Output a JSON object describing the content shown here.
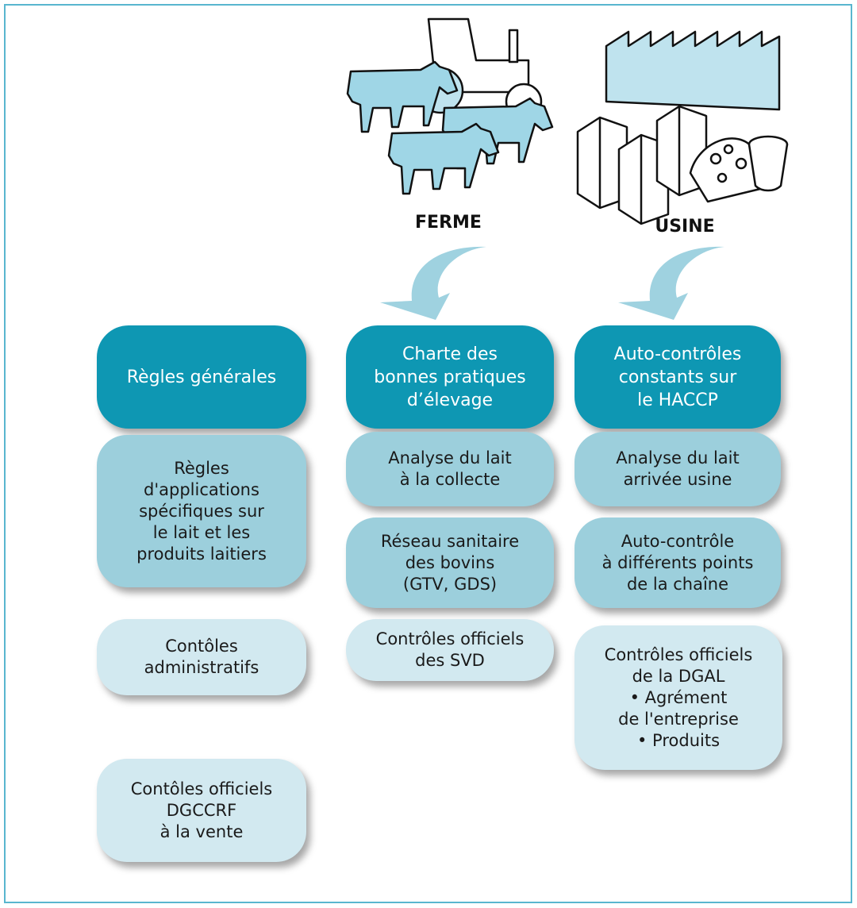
{
  "labels": {
    "farm": "FERME",
    "factory": "USINE"
  },
  "columns": {
    "general": {
      "dark": "Règles générales",
      "mid": "Règles\nd'applications\nspécifiques sur\nle lait et les\nproduits laitiers",
      "light": "Contôles\nadministratifs",
      "light2": "Contôles officiels\nDGCCRF\nà la vente"
    },
    "farm": {
      "dark": "Charte des\nbonnes pratiques\nd’élevage",
      "mid1": "Analyse du lait\nà la collecte",
      "mid2": "Réseau sanitaire\ndes bovins\n(GTV, GDS)",
      "light": "Contrôles officiels\ndes SVD"
    },
    "factory": {
      "dark": "Auto-contrôles\nconstants sur\nle HACCP",
      "mid1": "Analyse du lait\narrivée usine",
      "mid2": "Auto-contrôle\nà différents points\nde la chaîne",
      "light": "Contrôles officiels\nde la DGAL\n• Agrément\nde l'entreprise\n• Produits"
    }
  },
  "colors": {
    "frame": "#59b6cf",
    "dark_box": "#0e97b3",
    "mid_box": "#9ccfdc",
    "light_box": "#d2e9f0",
    "arrow": "#9fd2e0"
  },
  "icons": [
    "cows-tractor-icon",
    "factory-dairy-icon",
    "curved-arrow-icon"
  ]
}
